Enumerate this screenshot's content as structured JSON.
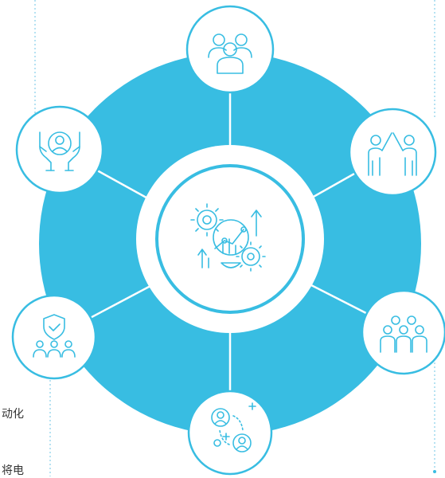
{
  "colors": {
    "ring": "#38BDE2",
    "ring_outline": "#38BDE2",
    "node_fill": "#FFFFFF",
    "icon_stroke": "#38BDE2",
    "dotted_line": "#9ED8EE",
    "text": "#333333"
  },
  "hub": {
    "icon": "growth-gears-chart-icon"
  },
  "nodes": [
    {
      "id": "top",
      "icon": "team-group-icon"
    },
    {
      "id": "upper-right",
      "icon": "high-five-collaboration-icon"
    },
    {
      "id": "lower-right",
      "icon": "team-crowd-icon"
    },
    {
      "id": "bottom",
      "icon": "user-exchange-icon"
    },
    {
      "id": "lower-left",
      "icon": "shield-team-protection-icon"
    },
    {
      "id": "upper-left",
      "icon": "hands-supporting-person-icon"
    }
  ],
  "text_fragments": {
    "line1": "动化",
    "line2": "将电"
  }
}
